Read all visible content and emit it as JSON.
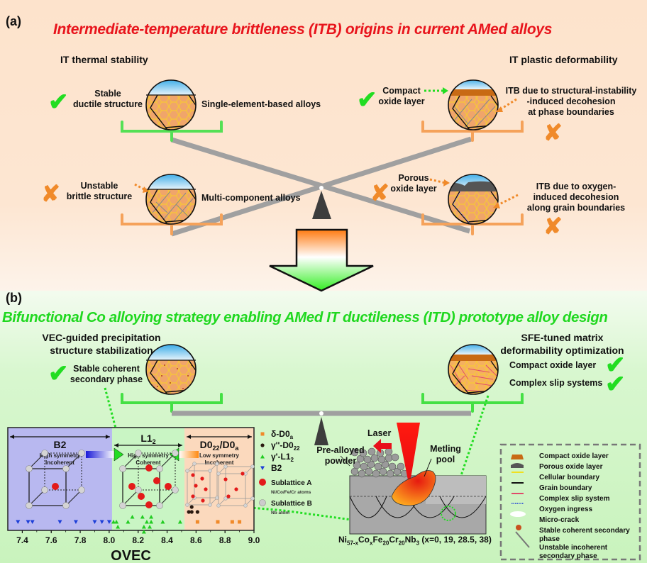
{
  "panel_a": {
    "label": "(a)",
    "title": "Intermediate-temperature brittleness (ITB) origins in current AMed alloys",
    "left_heading": "IT thermal stability",
    "right_heading": "IT plastic deformability",
    "left_top": {
      "status": "check",
      "note": "Stable\nductile structure",
      "note_l1": "Stable",
      "note_l2": "ductile structure",
      "alloy": "Single-element-based alloys"
    },
    "left_bottom": {
      "status": "cross",
      "note_l1": "Unstable",
      "note_l2": "brittle structure",
      "alloy": "Multi-component alloys"
    },
    "right_top": {
      "status": "check",
      "note_l1": "Compact",
      "note_l2": "oxide layer",
      "desc_l1": "ITB due to structural-instability",
      "desc_l2": "-induced decohesion",
      "desc_l3": "at phase boundaries",
      "desc_status": "cross"
    },
    "right_bottom": {
      "status": "cross",
      "note_l1": "Porous",
      "note_l2": "oxide layer",
      "desc_l1": "ITB due to oxygen-",
      "desc_l2": "induced decohesion",
      "desc_l3": "along grain boundaries",
      "desc_status": "cross"
    }
  },
  "panel_b": {
    "label": "(b)",
    "title": "Bifunctional Co alloying strategy enabling AMed IT ductileness (ITD) prototype alloy design",
    "left_heading_l1": "VEC-guided precipitation",
    "left_heading_l2": "structure stabilization",
    "left_note_l1": "Stable coherent",
    "left_note_l2": "secondary phase",
    "right_heading_l1": "SFE-tuned matrix",
    "right_heading_l2": "deformability optimization",
    "right_items": [
      "Compact oxide layer",
      "Complex slip systems"
    ],
    "process": {
      "laser": "Laser",
      "powder_l1": "Pre-alloyed",
      "powder_l2": "powder",
      "pool_l1": "Metling",
      "pool_l2": "pool",
      "alloy_formula": "Ni57-xCoxFe20Cr20Nb3 (x=0, 19, 28.5, 38)",
      "alloy_main": "Ni",
      "alloy_sub1": "57-x",
      "alloy_co": "Co",
      "alloy_sub2": "x",
      "alloy_fe": "Fe",
      "alloy_sub3": "20",
      "alloy_cr": "Cr",
      "alloy_sub4": "20",
      "alloy_nb": "Nb",
      "alloy_sub5": "3",
      "alloy_x": " (x=0, 19, 28.5, 38)"
    },
    "legend": [
      {
        "icon": "compact-oxide-swatch",
        "label": "Compact oxide layer",
        "color": "#c86a14"
      },
      {
        "icon": "porous-oxide-swatch",
        "label": "Porous oxide layer",
        "color": "#555555"
      },
      {
        "icon": "cellular-boundary-line",
        "label": "Cellular boundary",
        "color": "#f0e020"
      },
      {
        "icon": "grain-boundary-line",
        "label": "Grain boundary",
        "color": "#111111"
      },
      {
        "icon": "slip-system-line",
        "label": "Complex slip system",
        "color": "#e04a6a"
      },
      {
        "icon": "oxygen-ingress-line",
        "label": "Oxygen ingress",
        "color": "#1d3fd8"
      },
      {
        "icon": "micro-crack-shape",
        "label": "Micro-crack",
        "color": "#ffffff"
      },
      {
        "icon": "stable-phase-dot",
        "label": "Stable coherent secondary phase",
        "color": "#c8501e"
      },
      {
        "icon": "unstable-phase-needle",
        "label": "Unstable incoherent secondary phase",
        "color": "#888888"
      }
    ]
  },
  "colors": {
    "title_a": "#e8141c",
    "title_b": "#1fd81f",
    "check": "#22dd22",
    "cross": "#f08a2a",
    "beam": "#a0a0a0",
    "b2_region": "#b8b8f0",
    "l12_region": "#c9f5c4",
    "d0_region": "#fbd9bd"
  },
  "chart_data": {
    "type": "scatter",
    "title": "",
    "xlabel": "OVEC",
    "ylabel": "",
    "xlim": [
      7.3,
      9.0
    ],
    "xticks": [
      7.4,
      7.6,
      7.8,
      8.0,
      8.2,
      8.4,
      8.6,
      8.8,
      9.0
    ],
    "xtick_labels": [
      "7.4",
      "7.6",
      "7.8",
      "8.0",
      "8.2",
      "8.4",
      "8.6",
      "8.8",
      "9.0"
    ],
    "grid": false,
    "legend_position": "right-outside",
    "regions": [
      {
        "name": "B2",
        "range": [
          7.3,
          8.02
        ],
        "desc_l1": "High symmetry",
        "desc_l2": "Incoherent",
        "color": "#b8b8f0"
      },
      {
        "name": "L1",
        "sub": "2",
        "range": [
          8.02,
          8.52
        ],
        "desc_l1": "High symmetry",
        "desc_l2": "Coherent",
        "color": "#c9f5c4"
      },
      {
        "name": "D0",
        "sub": "22",
        "name2": "/D0",
        "sub2": "a",
        "range": [
          8.52,
          9.0
        ],
        "desc_l1": "Low symmetry",
        "desc_l2": "Incoherent",
        "color": "#fbd9bd"
      }
    ],
    "series": [
      {
        "name": "δ-D0a",
        "label_main": "δ-D0",
        "label_sub": "a",
        "marker": "square",
        "color": "#f08a2a",
        "points": [
          [
            8.61,
            0
          ],
          [
            8.75,
            0
          ],
          [
            8.85,
            0
          ],
          [
            8.9,
            0
          ]
        ]
      },
      {
        "name": "γ''-D022",
        "label_main": "γ''-D0",
        "label_sub": "22",
        "marker": "circle",
        "color": "#2a1a10",
        "points": [
          [
            8.55,
            2
          ],
          [
            8.57,
            2
          ],
          [
            8.61,
            2
          ],
          [
            8.57,
            3
          ]
        ]
      },
      {
        "name": "γ'-L12",
        "label_main": "γ'-L1",
        "label_sub": "2",
        "marker": "triangle-up",
        "color": "#22cc22",
        "points": [
          [
            8.03,
            0
          ],
          [
            8.05,
            0
          ],
          [
            8.06,
            -1
          ],
          [
            8.13,
            0
          ],
          [
            8.16,
            1
          ],
          [
            8.23,
            1
          ],
          [
            8.26,
            0
          ],
          [
            8.29,
            1
          ],
          [
            8.29,
            0
          ],
          [
            8.28,
            -1
          ],
          [
            8.24,
            -1
          ],
          [
            8.24,
            -2
          ],
          [
            8.37,
            0
          ],
          [
            8.49,
            0
          ]
        ]
      },
      {
        "name": "B2",
        "label_main": "B2",
        "label_sub": "",
        "marker": "triangle-down",
        "color": "#1d3fd8",
        "points": [
          [
            7.37,
            0
          ],
          [
            7.44,
            0
          ],
          [
            7.47,
            0
          ],
          [
            7.66,
            0
          ],
          [
            7.77,
            0
          ],
          [
            7.9,
            0
          ],
          [
            7.95,
            0
          ],
          [
            8.0,
            0
          ]
        ]
      }
    ],
    "atoms": [
      {
        "name": "Sublattice A",
        "desc": "Ni/Co/Fe/Cr atoms",
        "color": "#e31a1a"
      },
      {
        "name": "Sublattice B",
        "desc": "Nb atom",
        "color": "#cccccc"
      }
    ]
  }
}
